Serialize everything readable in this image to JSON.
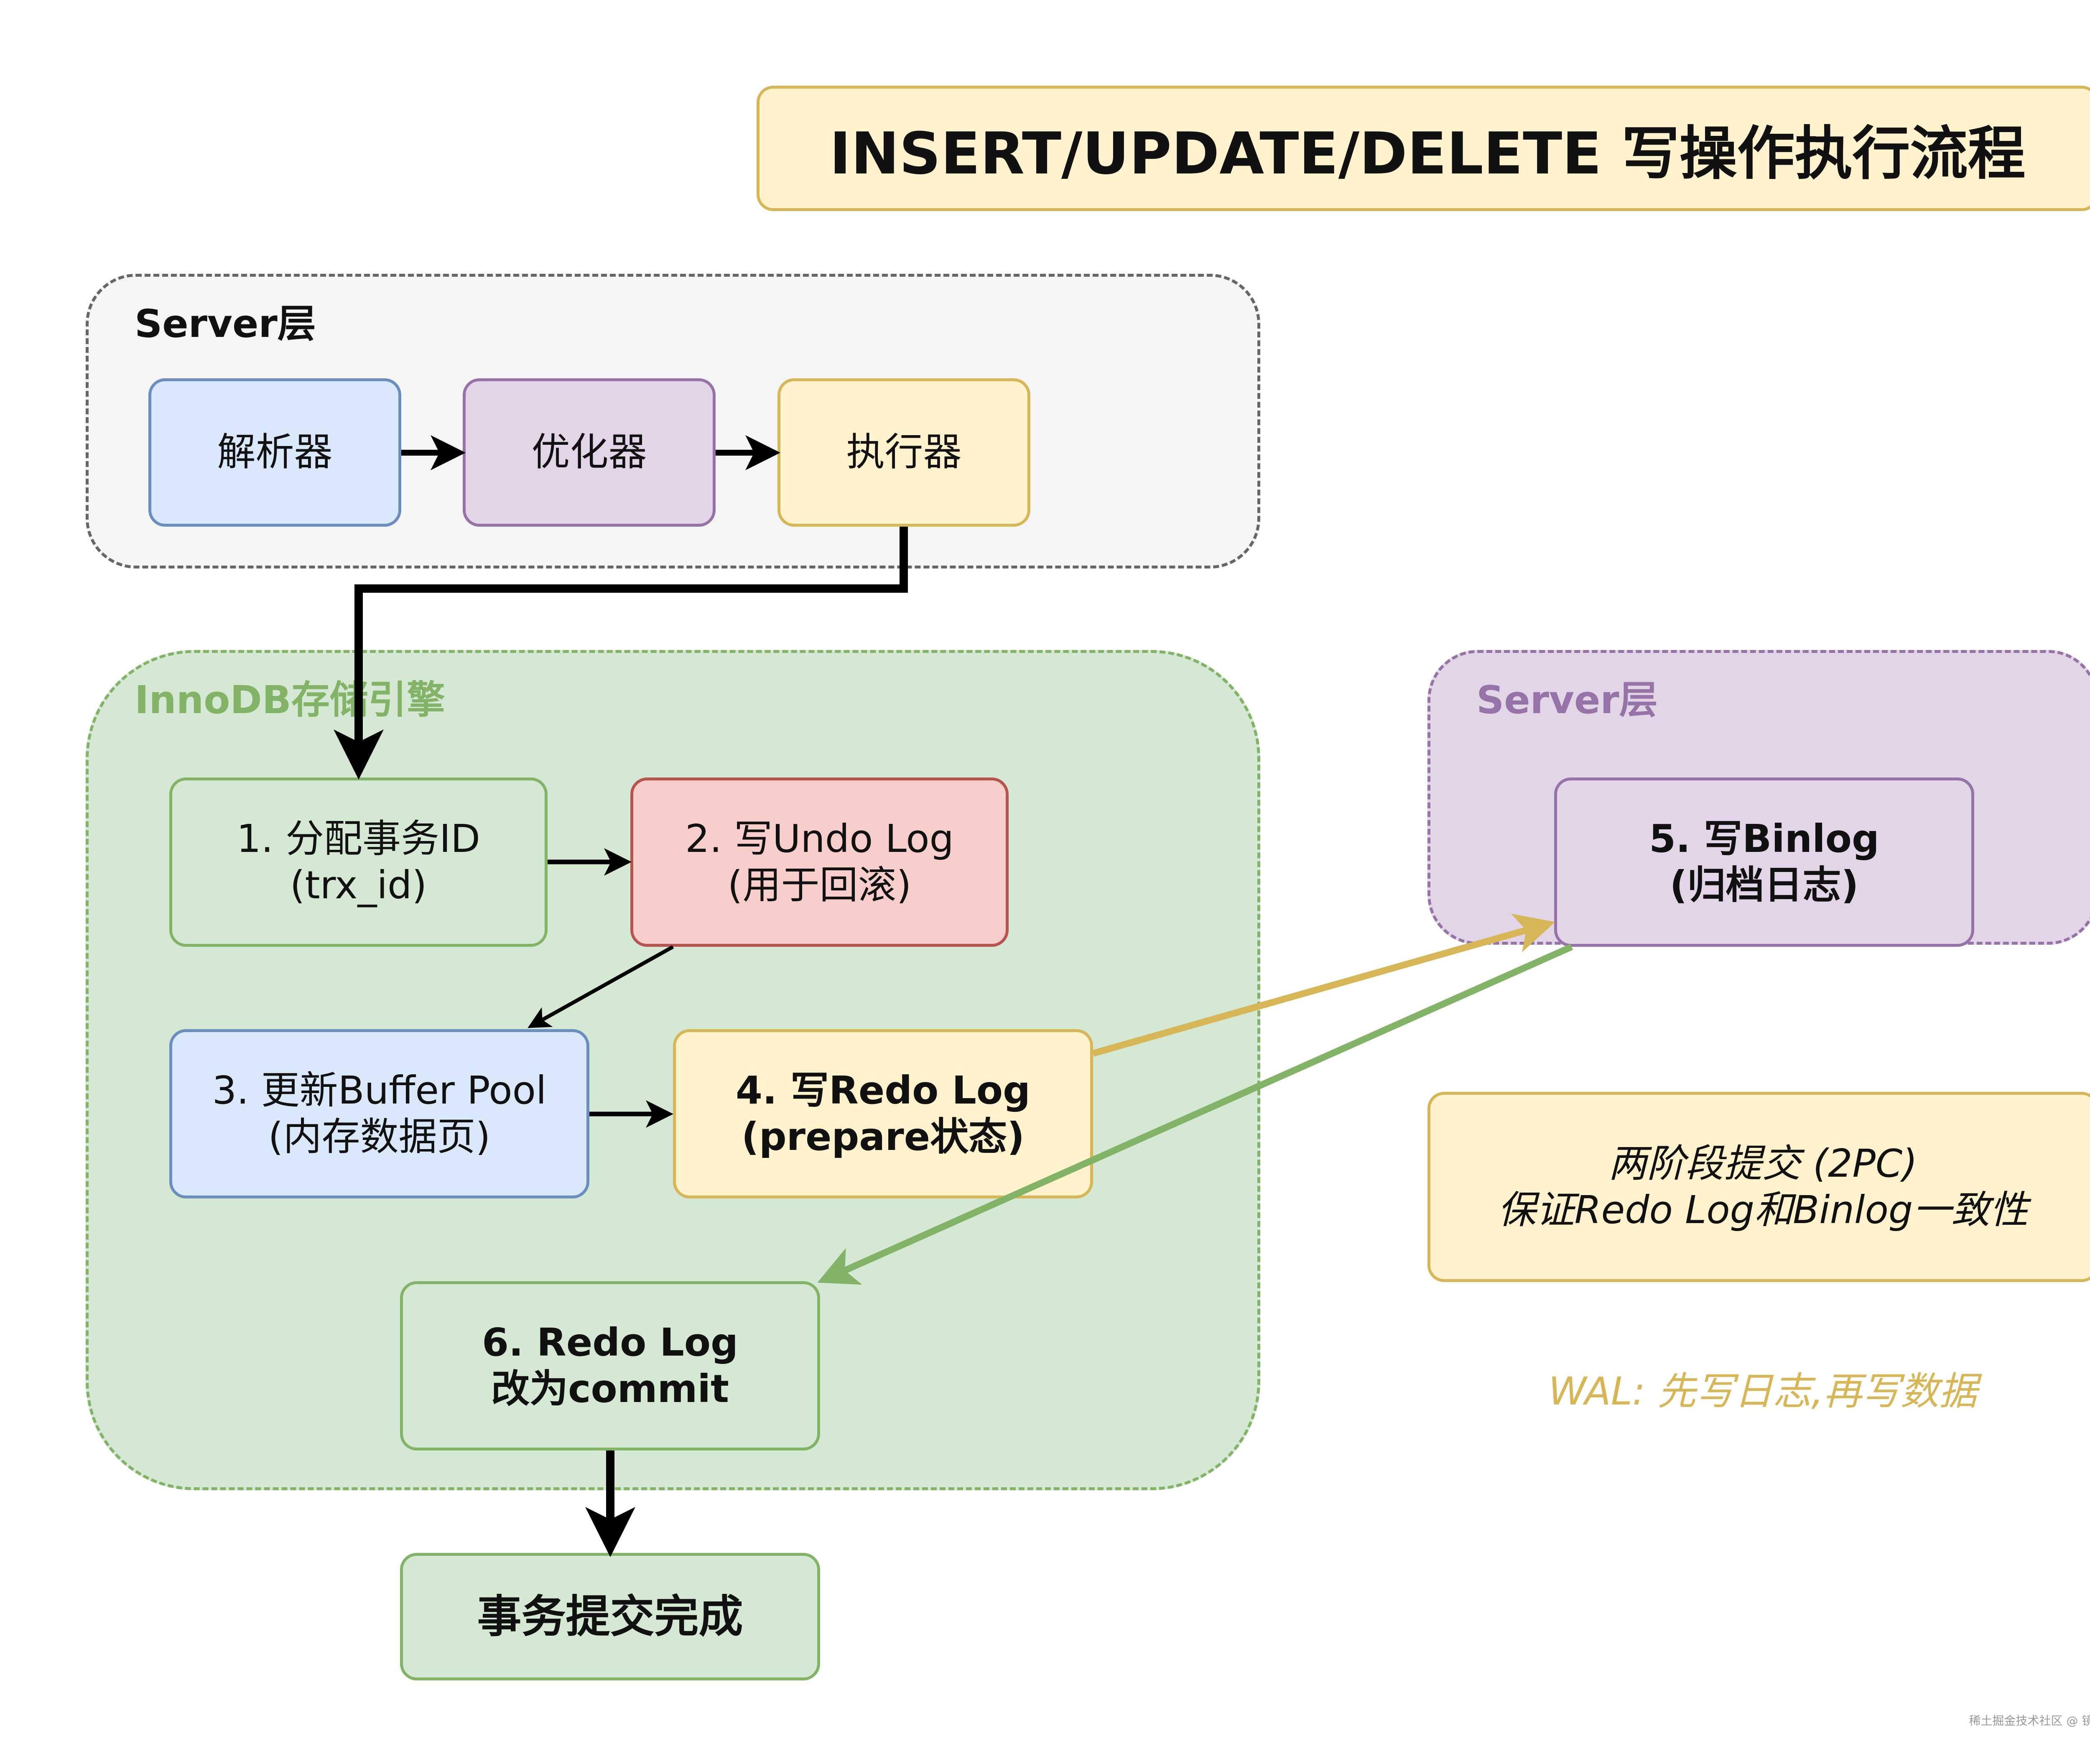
{
  "title": "INSERT/UPDATE/DELETE 写操作执行流程",
  "groups": {
    "server_top": "Server层",
    "innodb": "InnoDB存储引擎",
    "server_right": "Server层"
  },
  "server_nodes": {
    "parser": "解析器",
    "optimizer": "优化器",
    "executor": "执行器"
  },
  "steps": {
    "step1": {
      "line1": "1. 分配事务ID",
      "line2": "(trx_id)"
    },
    "step2": {
      "line1": "2. 写Undo Log",
      "line2": "(用于回滚)"
    },
    "step3": {
      "line1": "3. 更新Buffer Pool",
      "line2": "(内存数据页)"
    },
    "step4": {
      "line1": "4. 写Redo Log",
      "line2": "(prepare状态)"
    },
    "step5": {
      "line1": "5. 写Binlog",
      "line2": "(归档日志)"
    },
    "step6": {
      "line1": "6. Redo Log",
      "line2": "改为commit"
    }
  },
  "done": "事务提交完成",
  "notes": {
    "twopc_line1": "两阶段提交 (2PC)",
    "twopc_line2": "保证Redo Log和Binlog一致性",
    "wal": "WAL: 先写日志,再写数据"
  },
  "watermark": "稀土掘金技术社区 @ 镜花水月linyi",
  "colors": {
    "black_arrow": "#000000",
    "prepare_arrow": "#d6b656",
    "commit_arrow": "#82b366",
    "innodb_label": "#82b366",
    "server_right_label": "#9673a6",
    "wal_text": "#d6b656"
  }
}
